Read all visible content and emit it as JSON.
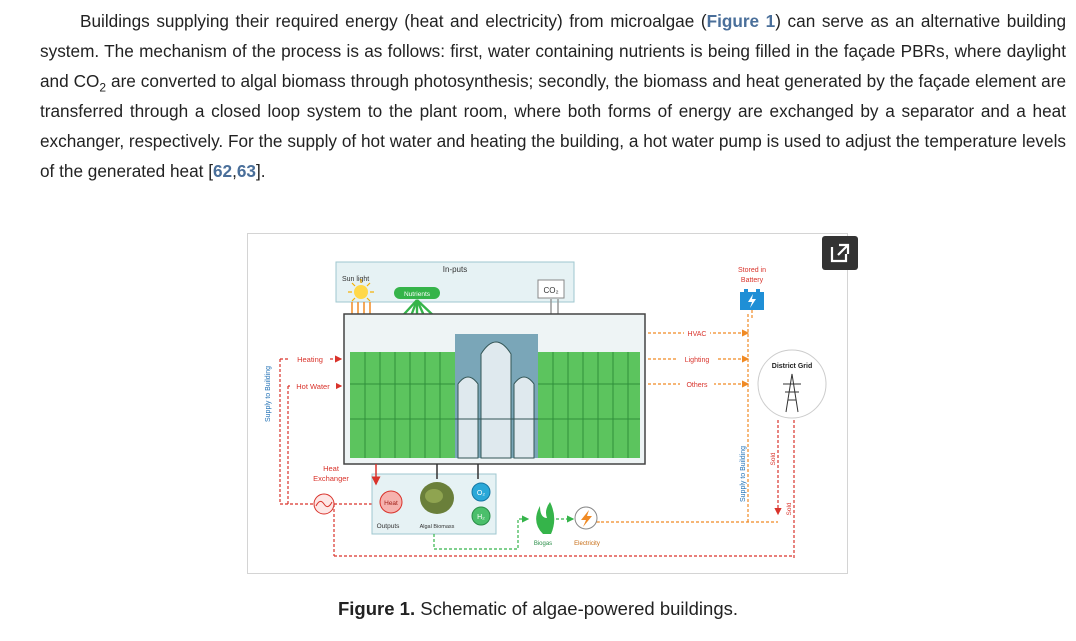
{
  "paragraph": {
    "p1": "Buildings supplying their required energy (heat and electricity) from microalgae (",
    "fig_ref": "Figure 1",
    "p2": ") can serve as an alternative building system. The mechanism of the process is as follows: first, water containing nutrients is being filled in the façade PBRs, where daylight and CO",
    "sub2": "2",
    "p3": " are converted to algal biomass through photosynthesis; secondly, the biomass and heat generated by the façade element are transferred through a closed loop system to the plant room, where both forms of energy are exchanged by a separator and a heat exchanger, respectively. For the supply of hot water and heating the building, a hot water pump is used to adjust the temperature levels of the generated heat [",
    "ref1": "62",
    "comma": ",",
    "ref2": "63",
    "p4": "]."
  },
  "figure": {
    "labels": {
      "inputs": "In-puts",
      "sunlight": "Sun light",
      "nutrients": "Nutrients",
      "co2": "CO₂",
      "stored_in": "Stored in",
      "battery": "Battery",
      "hvac": "HVAC",
      "lighting": "Lighting",
      "others": "Others",
      "district_grid": "District Grid",
      "heating": "Heating",
      "hot_water": "Hot Water",
      "supply_to_building_left": "Supply to Building",
      "supply_to_building_right": "Supply to Building",
      "heat_exchanger_1": "Heat",
      "heat_exchanger_2": "Exchanger",
      "heat": "Heat",
      "outputs": "Outputs",
      "algal_biomass": "Algal Biomass",
      "o2": "O₂",
      "h2": "H₂",
      "biogas": "Biogas",
      "electricity": "Electricity",
      "sold_1": "Sold",
      "sold_2": "Sold"
    },
    "colors": {
      "red_line": "#d9332b",
      "orange_line": "#f08a24",
      "green_arrow": "#35b44a",
      "facade_green": "#5cc45e",
      "inputs_bg": "#e6f2f4",
      "battery_blue": "#1f8fd6"
    }
  },
  "caption": {
    "label": "Figure 1.",
    "text": " Schematic of algae-powered buildings."
  },
  "expand_icon": "expand-icon"
}
